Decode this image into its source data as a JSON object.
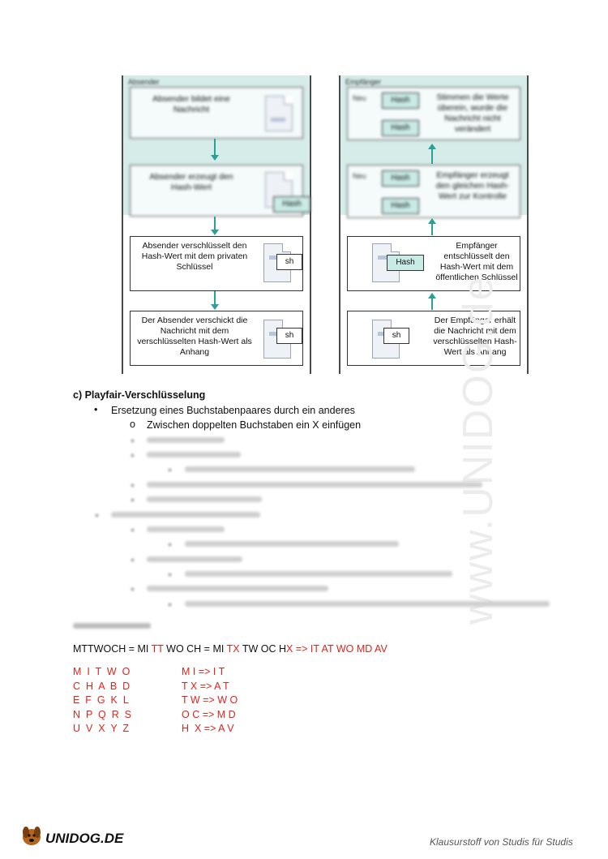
{
  "diagram": {
    "left_title": "Absender",
    "right_title": "Empfänger",
    "left_boxes": [
      "Absender bildet eine Nachricht",
      "Absender erzeugt den Hash-Wert",
      "Absender verschlüsselt den Hash-Wert mit dem privaten Schlüssel",
      "Der Absender verschickt die Nachricht mit dem verschlüsselten Hash-Wert als Anhang"
    ],
    "right_boxes": [
      "Stimmen die Werte überein, wurde die Nachricht nicht verändert",
      "Empfänger erzeugt den gleichen Hash-Wert zur Kontrolle",
      "Empfänger entschlüsselt den Hash-Wert mit dem öffentlichen Schlüssel",
      "Der Empfänger erhält die Nachricht mit dem verschlüsselten Hash-Wert als Anhang"
    ],
    "hash_label": "Hash",
    "hash_partial": "sh",
    "neu_label": "Neu"
  },
  "section": {
    "heading": "c) Playfair-Verschlüsselung",
    "bullet1": "Ersetzung eines Buchstabenpaares durch ein anderes",
    "sub1": "Zwischen doppelten Buchstaben ein X einfügen"
  },
  "example": {
    "eq_prefix": "MTTWOCH = MI ",
    "eq_tt": "TT",
    "eq_mid": " WO CH = MI ",
    "eq_tx": "TX",
    "eq_mid2": " TW OC H",
    "eq_result": "X => IT AT WO MD AV",
    "matrix": [
      "M  I  T  W  O",
      "C  H  A  B  D",
      "E  F  G  K  L",
      "N  P  Q  R  S",
      "U  V  X  Y  Z"
    ],
    "pairs": [
      "M I => I T",
      "T X => A T",
      "T W => W O",
      "O C => M D",
      "H  X => A V"
    ]
  },
  "footer": {
    "logo_text": "UNIDOG.DE",
    "tagline": "Klausurstoff von Studis für Studis"
  },
  "watermark": "www.UNIDOG.de",
  "colors": {
    "teal": "#2aa198",
    "red": "#d9261c",
    "tint": "#d6ece8"
  }
}
